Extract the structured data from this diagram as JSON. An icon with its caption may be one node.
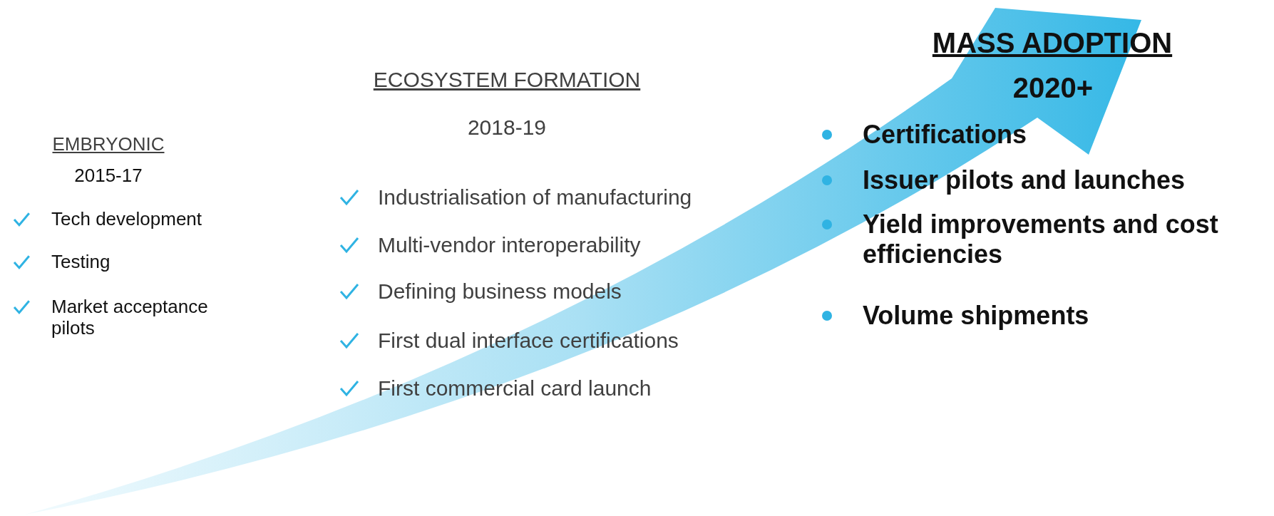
{
  "diagram": {
    "labels": [
      "MASS ADOPTION",
      "2020+",
      "ECOSYSTEM FORMATION",
      "2018-19",
      "EMBRYONIC",
      "2015-17",
      "Certifications",
      "Issuer pilots and launches",
      "Yield improvements and cost efficiencies",
      "Volume shipments",
      "Industrialisation of manufacturing",
      "Multi-vendor interoperability",
      "Defining business models",
      "First dual interface certifications",
      "First commercial card launch",
      "Tech development",
      "Testing",
      "Market acceptance pilots"
    ]
  }
}
